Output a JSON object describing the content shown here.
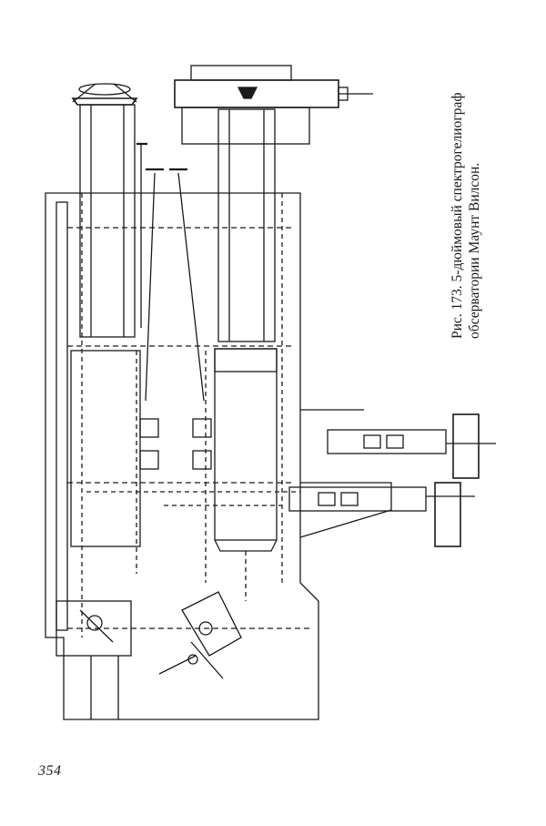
{
  "figure": {
    "caption_line1": "Рис. 173. 5-дюймовый спектрогелиограф",
    "caption_line2": "обсерватории Маунт Вилсон."
  },
  "page": {
    "number": "354"
  }
}
